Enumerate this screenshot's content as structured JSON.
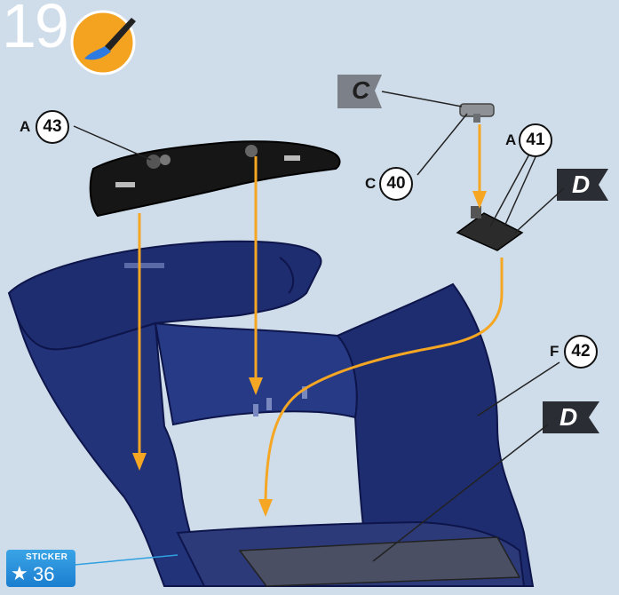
{
  "step": {
    "number": "19"
  },
  "icons": {
    "paint": "paint-brush-icon",
    "sticker_star": "star-icon"
  },
  "colors": {
    "background": "#cfdcea",
    "body": "#1b2a6b",
    "arrow": "#f5a623",
    "sticker": "#1b7ed0"
  },
  "callouts": [
    {
      "letter": "A",
      "number": "43"
    },
    {
      "letter": "C",
      "number": "40"
    },
    {
      "letter": "A",
      "number": "41"
    },
    {
      "letter": "F",
      "number": "42"
    }
  ],
  "flags": [
    {
      "letter": "C",
      "color": "#7c8088"
    },
    {
      "letter": "D",
      "color": "#2a2d34"
    },
    {
      "letter": "D",
      "color": "#2a2d34"
    }
  ],
  "sticker": {
    "label": "STICKER",
    "number": "36"
  }
}
